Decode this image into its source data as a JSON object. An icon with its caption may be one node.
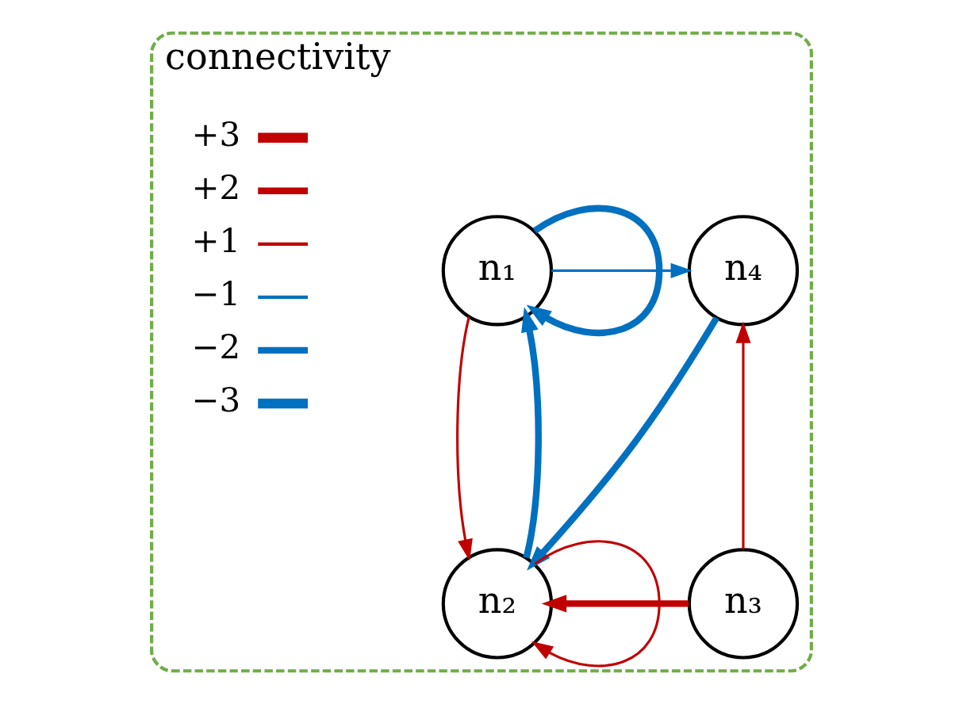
{
  "diagram": {
    "nodes": [
      {
        "text": [
          "connectivity"
        ]
      },
      {
        "text": [
          "n₁"
        ],
        "in": 0
      },
      {
        "text": [
          "n₄"
        ],
        "in": 0
      },
      {
        "text": [
          "n₂"
        ],
        "in": 0
      },
      {
        "text": [
          "n₃"
        ],
        "in": 0
      }
    ],
    "edges": [
      {
        "from": 1,
        "to": 1,
        "arrow": "to",
        "style": "thick",
        "color": "#0070c0"
      },
      {
        "from": 1,
        "to": 2,
        "arrow": "to",
        "color": "#0070c0"
      },
      {
        "from": 1,
        "to": 3,
        "arrow": "to",
        "color": "#c00000"
      },
      {
        "from": 3,
        "to": 1,
        "arrow": "to",
        "style": "thick",
        "color": "#0070c0"
      },
      {
        "from": 2,
        "to": 3,
        "arrow": "to",
        "style": "thick",
        "color": "#0070c0"
      },
      {
        "from": 4,
        "to": 2,
        "arrow": "to",
        "color": "#c00000"
      },
      {
        "from": 4,
        "to": 3,
        "arrow": "to",
        "style": "thick",
        "color": "#c00000"
      },
      {
        "from": 3,
        "to": 3,
        "arrow": "to",
        "color": "#c00000"
      }
    ],
    "legend": [
      {
        "text": "+3"
      },
      {
        "text": "+2"
      },
      {
        "text": "+1"
      },
      {
        "text": "−1"
      },
      {
        "text": "−2"
      },
      {
        "text": "−3"
      }
    ]
  }
}
